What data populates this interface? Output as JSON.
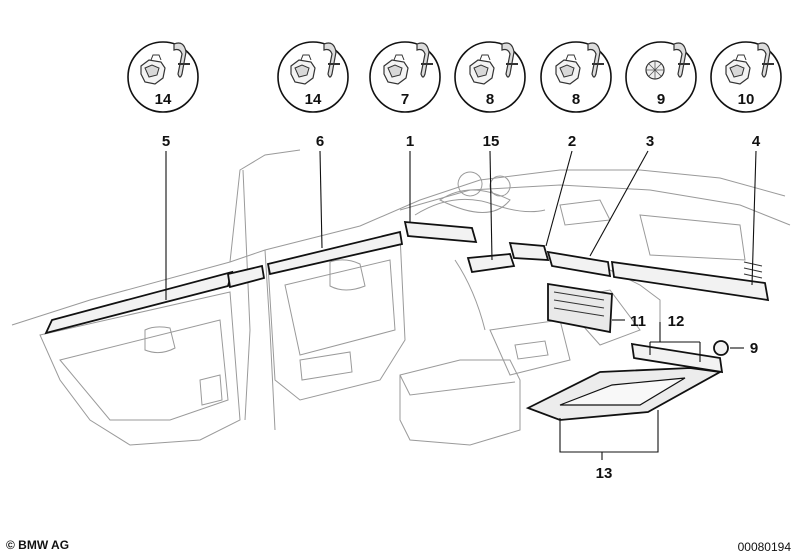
{
  "callouts": [
    {
      "id": "c1",
      "part": "14"
    },
    {
      "id": "c2",
      "part": "14"
    },
    {
      "id": "c3",
      "part": "7"
    },
    {
      "id": "c4",
      "part": "8"
    },
    {
      "id": "c5",
      "part": "8"
    },
    {
      "id": "c6",
      "part": "9"
    },
    {
      "id": "c7",
      "part": "10"
    }
  ],
  "labels": {
    "p5": "5",
    "p6": "6",
    "p1": "1",
    "p15": "15",
    "p2": "2",
    "p3": "3",
    "p4": "4",
    "p11": "11",
    "p12": "12",
    "p9": "9",
    "p13": "13"
  },
  "footer": {
    "copyright": "© BMW AG",
    "doc_number": "00080194"
  }
}
